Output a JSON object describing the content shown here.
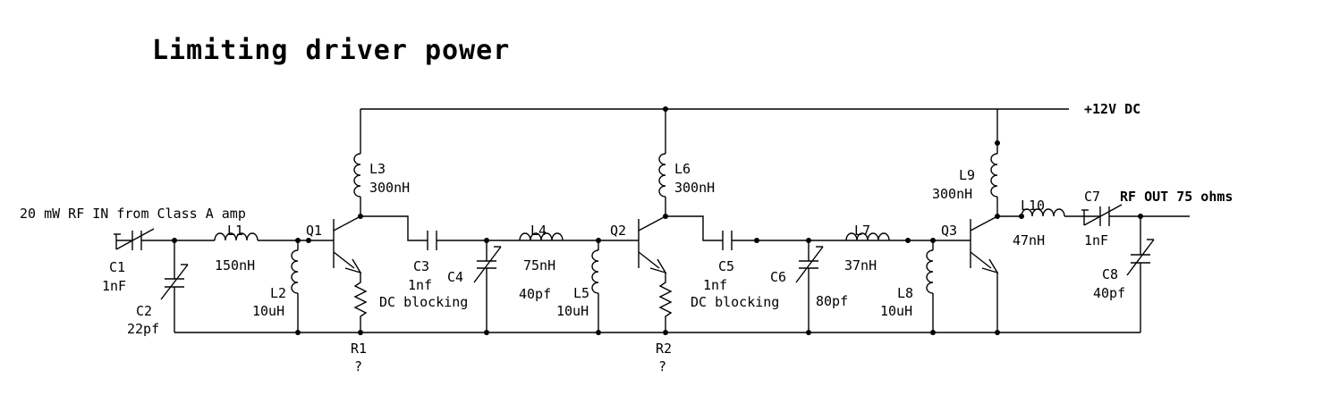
{
  "title": "Limiting driver power",
  "supply_label": "+12V DC",
  "input_label": "20 mW RF IN from Class A amp",
  "output_label": "RF OUT 75 ohms",
  "components": {
    "c1": {
      "ref": "C1",
      "value": "1nF"
    },
    "c2": {
      "ref": "C2",
      "value": "22pf"
    },
    "l1": {
      "ref": "L1",
      "value": "150nH"
    },
    "l2": {
      "ref": "L2",
      "value": "10uH"
    },
    "q1": {
      "ref": "Q1"
    },
    "l3": {
      "ref": "L3",
      "value": "300nH"
    },
    "r1": {
      "ref": "R1",
      "value": "?"
    },
    "c3": {
      "ref": "C3",
      "value": "1nf",
      "note": "DC blocking"
    },
    "c4": {
      "ref": "C4",
      "value": "40pf"
    },
    "l4": {
      "ref": "L4",
      "value": "75nH"
    },
    "l5": {
      "ref": "L5",
      "value": "10uH"
    },
    "q2": {
      "ref": "Q2"
    },
    "l6": {
      "ref": "L6",
      "value": "300nH"
    },
    "r2": {
      "ref": "R2",
      "value": "?"
    },
    "c5": {
      "ref": "C5",
      "value": "1nf",
      "note": "DC blocking"
    },
    "c6": {
      "ref": "C6",
      "value": "80pf"
    },
    "l7": {
      "ref": "L7",
      "value": "37nH"
    },
    "l8": {
      "ref": "L8",
      "value": "10uH"
    },
    "q3": {
      "ref": "Q3"
    },
    "l9": {
      "ref": "L9",
      "value": "300nH"
    },
    "l10": {
      "ref": "L10",
      "value": "47nH"
    },
    "c7": {
      "ref": "C7",
      "value": "1nF"
    },
    "c8": {
      "ref": "C8",
      "value": "40pf"
    }
  }
}
